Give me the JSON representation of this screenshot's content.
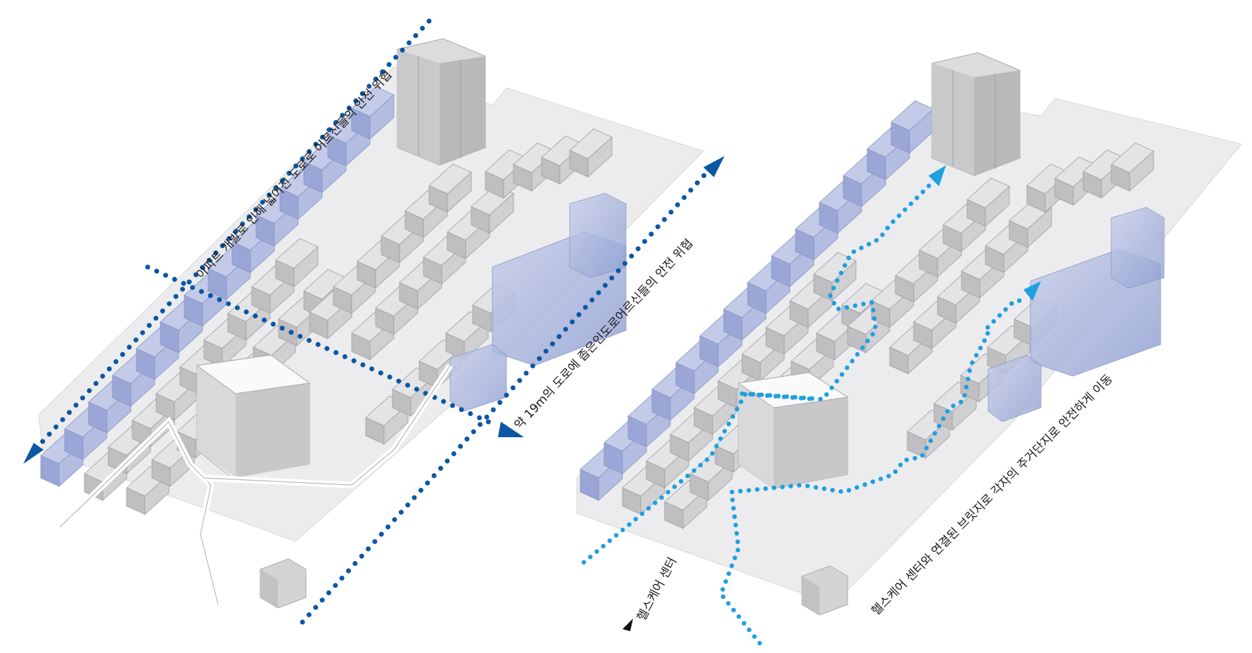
{
  "left_panel": {
    "label_top": "아파트 개발로 인해 넓어진 도로로 어르신들의 안전 위협",
    "label_right": "약 19m의 도로에 좁은인도로어르신들의 안전 위협"
  },
  "right_panel": {
    "label_route": "헬스케어 센터와 연결된 브릿지로 각자의 주거단지로 안전하게 이동",
    "label_center": "헬스케어 센터"
  },
  "colors": {
    "dark_blue_dots": "#0b57a3",
    "light_blue_dots": "#1ea0e0",
    "highlight_building": "#aab6dc",
    "building": "#d4d4d6",
    "ground": "#ececee"
  },
  "icons": [
    "arrow-left-icon",
    "arrow-right-icon",
    "arrow-up-icon",
    "triangle-marker-icon"
  ]
}
